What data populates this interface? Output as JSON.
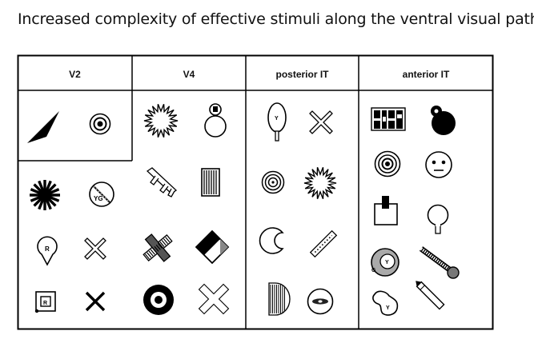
{
  "title": "Increased complexity of effective stimuli along the ventral visual path",
  "areas": [
    "V2",
    "V4",
    "posterior IT",
    "anterior IT"
  ],
  "glyph_letters": {
    "yg": "YG",
    "r": "R",
    "y": "Y",
    "g": "G"
  }
}
